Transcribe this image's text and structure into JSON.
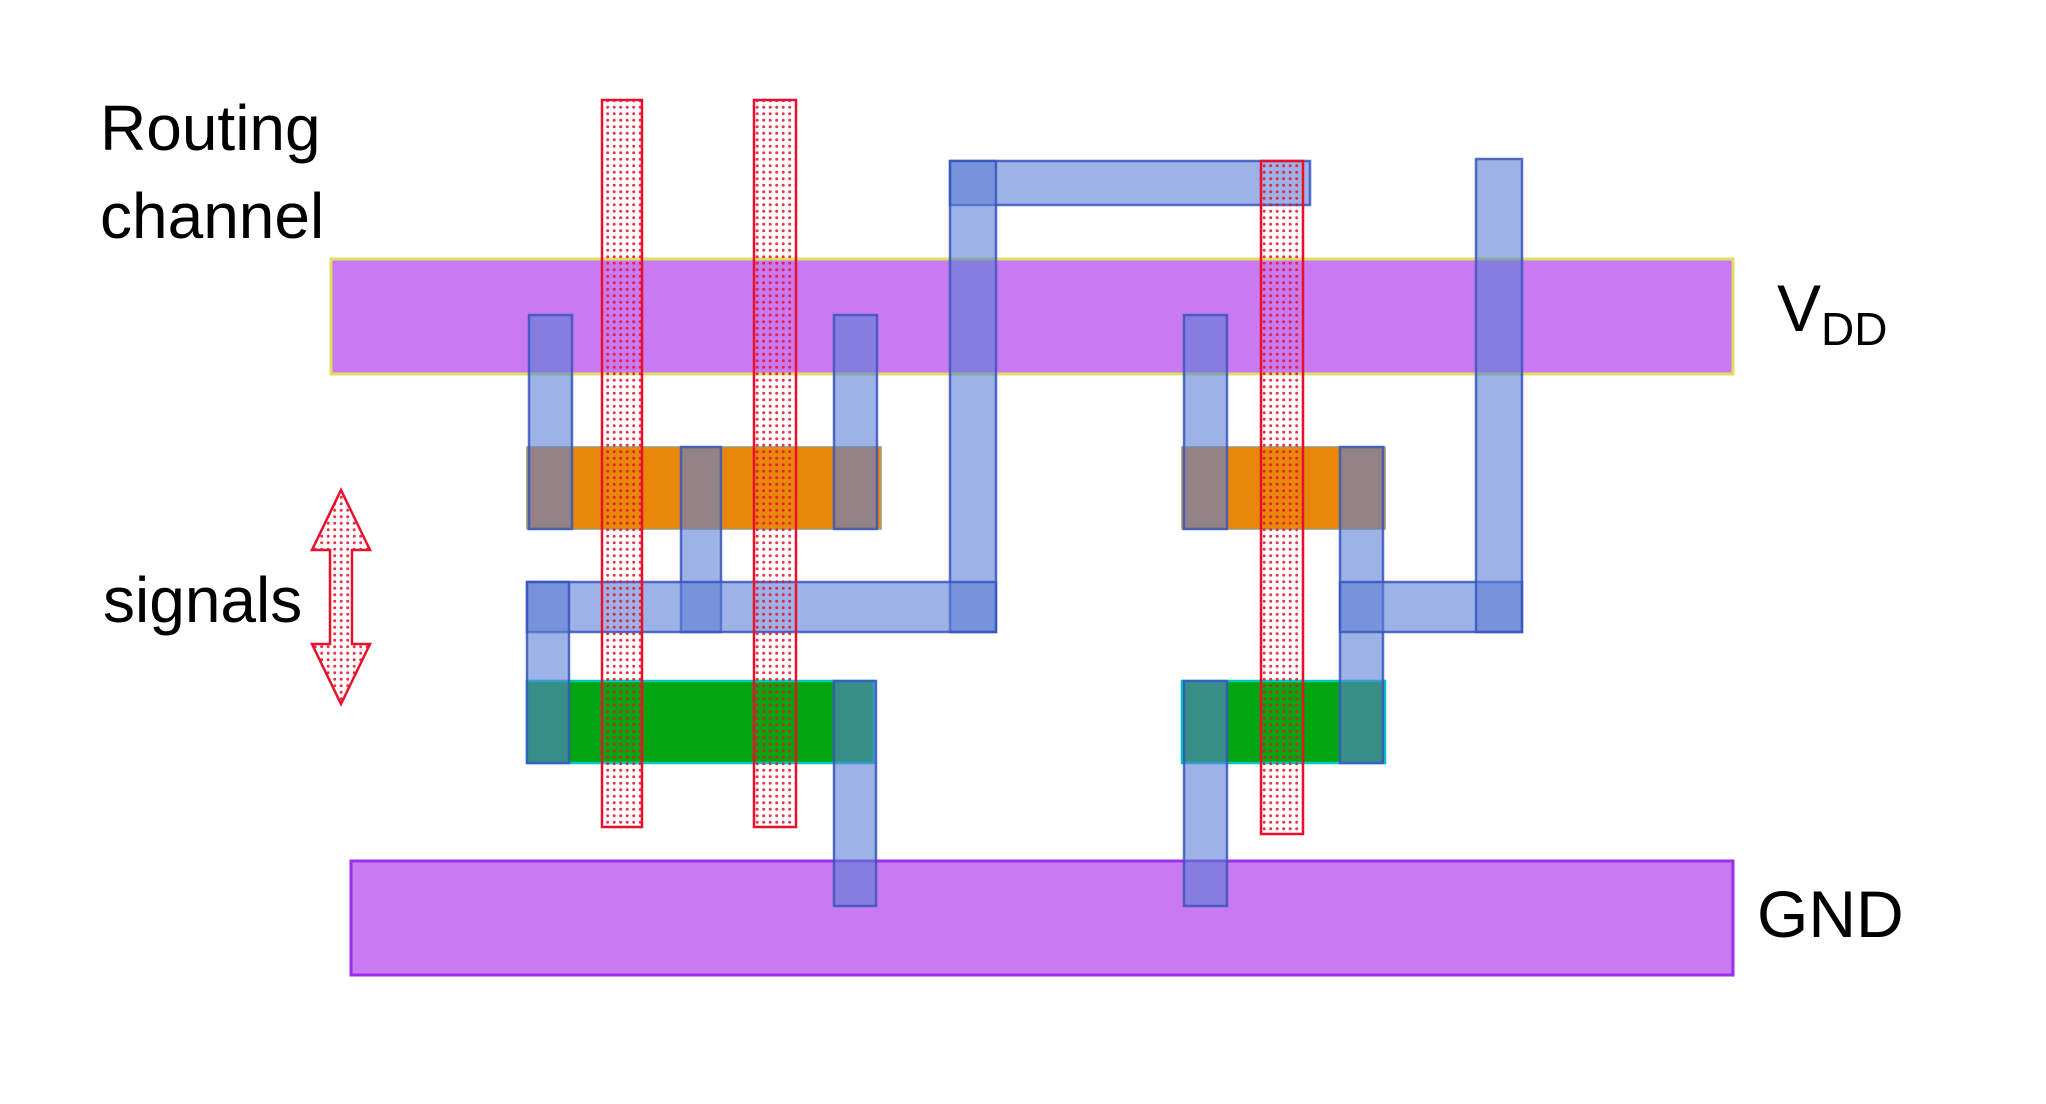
{
  "diagram": {
    "labels": {
      "routing_line1": "Routing",
      "routing_line2": "channel",
      "signals": "signals",
      "vdd_main": "V",
      "vdd_sub": "DD",
      "gnd": "GND"
    },
    "icons": {
      "signals_arrow": "double-headed-vertical-arrow"
    },
    "colors": {
      "rail_fill": "#C979F1",
      "vdd_border": "#E0E060",
      "gnd_border": "#9B30E8",
      "metal_fill": "#5C7FD6",
      "metal_border": "#3A55C0",
      "poly_red": "#E8102C",
      "pdiff_orange": "#E8880A",
      "pdiff_border": "#9A9A70",
      "ndiff_green": "#00A510",
      "ndiff_border": "#00C8C0",
      "text": "#000000",
      "background": "#FFFFFF"
    }
  }
}
